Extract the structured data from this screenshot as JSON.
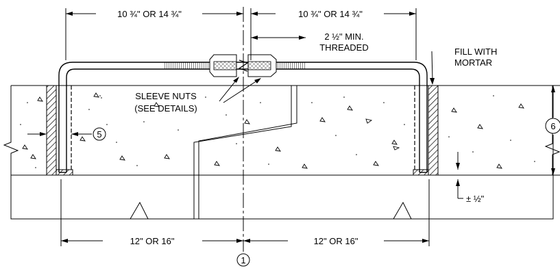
{
  "labels": {
    "top_left_dim": "10 ¾\" OR 14 ¾\"",
    "top_right_dim": "10 ¾\" OR 14 ¾\"",
    "threaded_line1": "2 ½\" MIN.",
    "threaded_line2": "THREADED",
    "fill_line1": "FILL WITH",
    "fill_line2": "MORTAR",
    "sleeve_line1": "SLEEVE NUTS",
    "sleeve_line2": "(SEE DETAILS)",
    "bottom_left_dim": "12\" OR 16\"",
    "bottom_right_dim": "12\" OR 16\"",
    "tolerance": "± ½\""
  },
  "callouts": {
    "c1": "1",
    "c5": "5",
    "c6": "6"
  }
}
